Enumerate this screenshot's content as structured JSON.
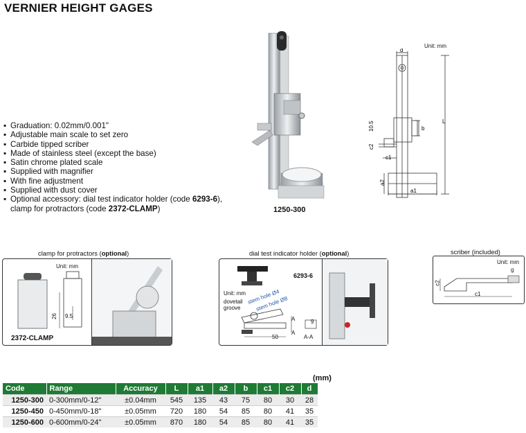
{
  "title": "VERNIER HEIGHT GAGES",
  "features": [
    "Graduation: 0.02mm/0.001\"",
    "Adjustable main scale to set zero",
    "Carbide tipped scriber",
    "Made of stainless steel (except the base)",
    "Satin chrome plated scale",
    "Supplied with magnifier",
    "With fine adjustment",
    "Supplied with dust cover"
  ],
  "accessory": {
    "line1_prefix": "Optional accessory: dial test indicator holder (code ",
    "line1_code": "6293-6",
    "line1_suffix": "),",
    "line2_prefix": "clamp for protractors (code ",
    "line2_code": "2372-CLAMP",
    "line2_suffix": ")"
  },
  "product_label": "1250-300",
  "drawing": {
    "unit": "Unit: mm",
    "labels": {
      "d": "d",
      "L": "L",
      "b": "b",
      "c2": "c2",
      "c1": "c1",
      "a2": "a2",
      "a1": "a1",
      "dim105": "10.5"
    }
  },
  "clamp_panel": {
    "caption_prefix": "clamp for protractors (",
    "caption_bold": "optional",
    "caption_suffix": ")",
    "unit": "Unit: mm",
    "dim26": "26",
    "dim95": "9.5",
    "code": "2372-CLAMP"
  },
  "holder_panel": {
    "caption_prefix": "dial test indicator holder (",
    "caption_bold": "optional",
    "caption_suffix": ")",
    "code": "6293-6",
    "unit": "Unit: mm",
    "dovetail1": "dovetail",
    "dovetail2": "groove",
    "stem4": "stem hole Ø4",
    "stem8": "stem hole Ø8",
    "dimA1": "A",
    "dimA2": "A",
    "dim50": "50",
    "dim9": "9",
    "section": "A-A"
  },
  "scriber_panel": {
    "caption": "scriber (included)",
    "unit": "Unit: mm",
    "c2": "c2",
    "c1": "c1",
    "g": "g"
  },
  "table": {
    "unit": "(mm)",
    "headers": [
      "Code",
      "Range",
      "Accuracy",
      "L",
      "a1",
      "a2",
      "b",
      "c1",
      "c2",
      "d"
    ],
    "rows": [
      [
        "1250-300",
        "0-300mm/0-12\"",
        "±0.04mm",
        "545",
        "135",
        "43",
        "75",
        "80",
        "30",
        "28"
      ],
      [
        "1250-450",
        "0-450mm/0-18\"",
        "±0.05mm",
        "720",
        "180",
        "54",
        "85",
        "80",
        "41",
        "35"
      ],
      [
        "1250-600",
        "0-600mm/0-24\"",
        "±0.05mm",
        "870",
        "180",
        "54",
        "85",
        "80",
        "41",
        "35"
      ]
    ]
  },
  "colors": {
    "header_green": "#1e7a35",
    "row_alt": "#ececec",
    "highlight_blue": "#2456a6"
  }
}
